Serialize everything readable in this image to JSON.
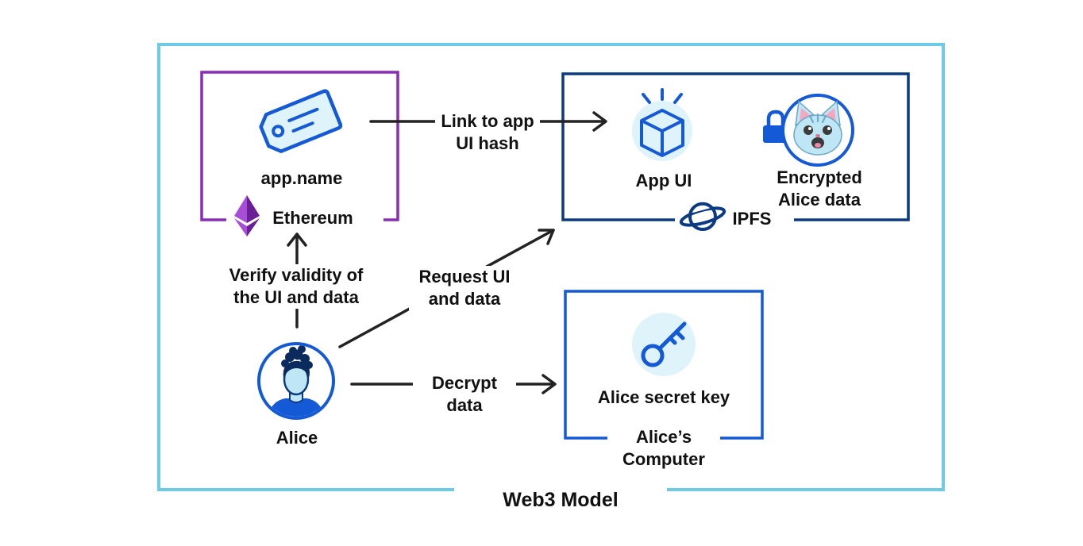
{
  "diagram": {
    "title": "Web3 Model",
    "colors": {
      "outer_frame": "#6dcbe6",
      "ethereum_frame": "#8a2bb9",
      "ipfs_frame": "#0b3a82",
      "computer_frame": "#1459d6",
      "icon_blue": "#1459d6",
      "icon_fill": "#dff3fb",
      "text": "#111111"
    },
    "ethereum_box": {
      "item_label": "app.name",
      "item_icon": "tag-icon",
      "platform_label": "Ethereum",
      "platform_icon": "ethereum-icon"
    },
    "ipfs_box": {
      "platform_label": "IPFS",
      "platform_icon": "planet-icon",
      "app_ui_label": "App UI",
      "app_ui_icon": "cube-icon",
      "encrypted_lines": [
        "Encrypted",
        "Alice data"
      ],
      "encrypted_icons": [
        "lock-icon",
        "cat-avatar-icon"
      ]
    },
    "computer_box": {
      "title_lines": [
        "Alice’s",
        "Computer"
      ],
      "key_label": "Alice secret key",
      "key_icon": "key-icon"
    },
    "user": {
      "name": "Alice",
      "icon": "person-avatar-icon"
    },
    "edges": {
      "link": [
        "Link to app",
        "UI hash"
      ],
      "verify": [
        "Verify validity of",
        "the UI and data"
      ],
      "request": [
        "Request UI",
        "and data"
      ],
      "decrypt": [
        "Decrypt",
        "data"
      ]
    }
  }
}
